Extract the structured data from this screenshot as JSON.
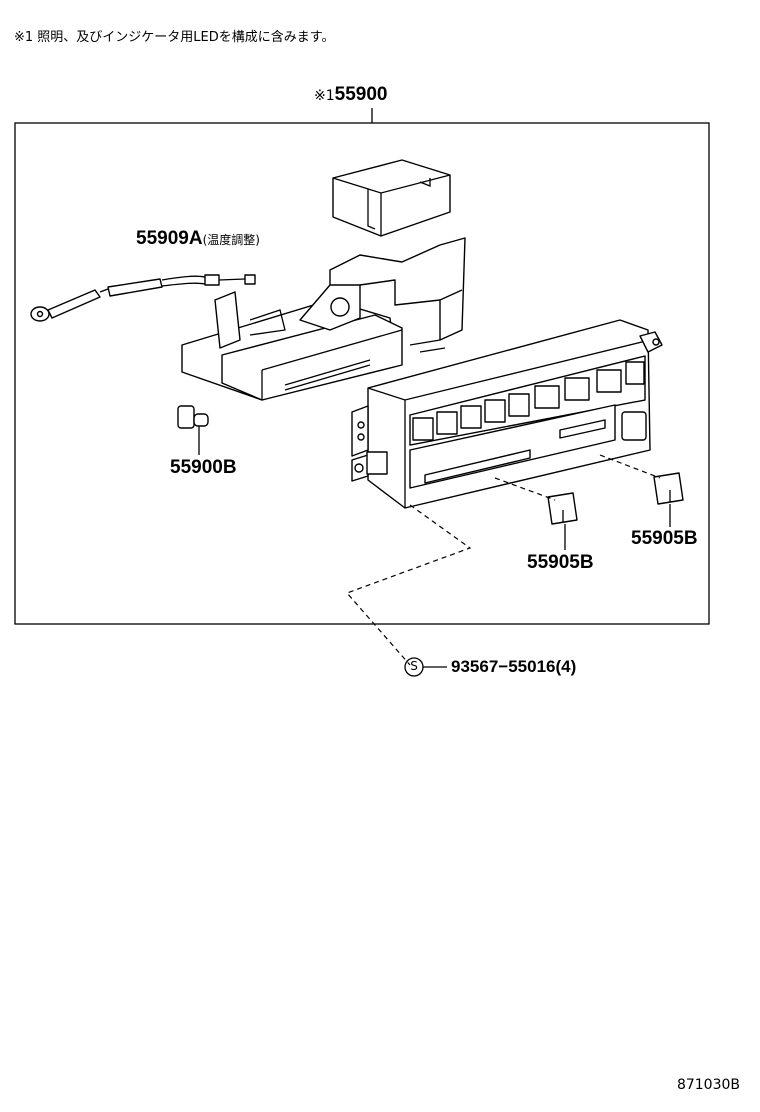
{
  "note": "※1 照明、及びインジケータ用LEDを構成に含みます。",
  "labels": {
    "assembly": {
      "prefix": "※1",
      "part": "55900"
    },
    "cable": {
      "part": "55909A",
      "sub": "(温度調整)"
    },
    "bulb": {
      "part": "55900B"
    },
    "knob_left": {
      "part": "55905B"
    },
    "knob_right": {
      "part": "55905B"
    },
    "screw": {
      "symbol": "S",
      "part": "93567−55016(4)"
    }
  },
  "diagram_code": "871030B"
}
